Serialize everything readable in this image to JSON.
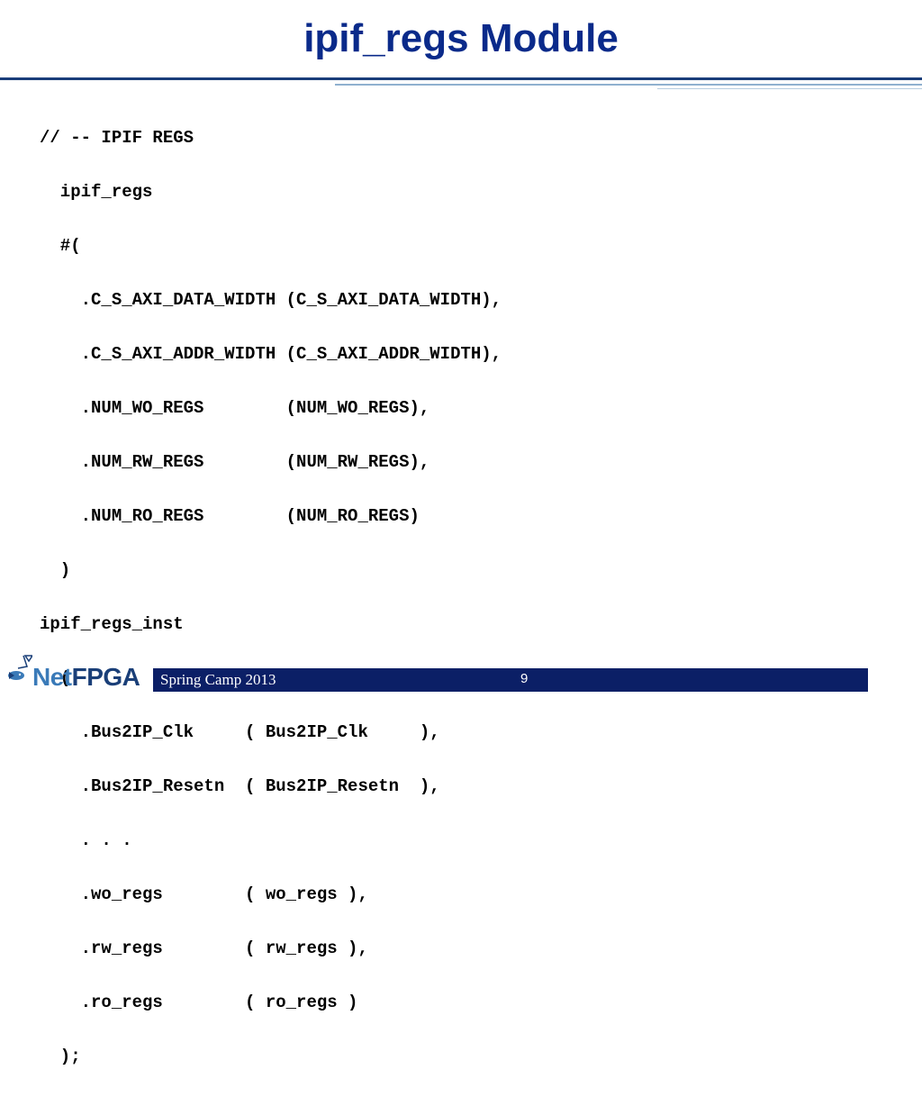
{
  "slide": {
    "title": "ipif_regs Module",
    "code_lines": [
      "// -- IPIF REGS",
      "  ipif_regs",
      "  #(",
      "    .C_S_AXI_DATA_WIDTH (C_S_AXI_DATA_WIDTH),",
      "    .C_S_AXI_ADDR_WIDTH (C_S_AXI_ADDR_WIDTH),",
      "    .NUM_WO_REGS        (NUM_WO_REGS),",
      "    .NUM_RW_REGS        (NUM_RW_REGS),",
      "    .NUM_RO_REGS        (NUM_RO_REGS)",
      "  )",
      "ipif_regs_inst",
      "  (",
      "    .Bus2IP_Clk     ( Bus2IP_Clk     ),",
      "    .Bus2IP_Resetn  ( Bus2IP_Resetn  ),",
      "    . . .",
      "    .wo_regs        ( wo_regs ),",
      "    .rw_regs        ( rw_regs ),",
      "    .ro_regs        ( ro_regs )",
      "  );"
    ]
  },
  "footer": {
    "event": "Spring Camp 2013",
    "page_number": "9"
  },
  "logo": {
    "icon": "netfpga-logo-icon",
    "text_net": "Net",
    "text_fpga": "FPGA"
  },
  "colors": {
    "title": "#0a2a8a",
    "rule": "#1a3d7a",
    "footer_bar": "#0b1f66"
  }
}
